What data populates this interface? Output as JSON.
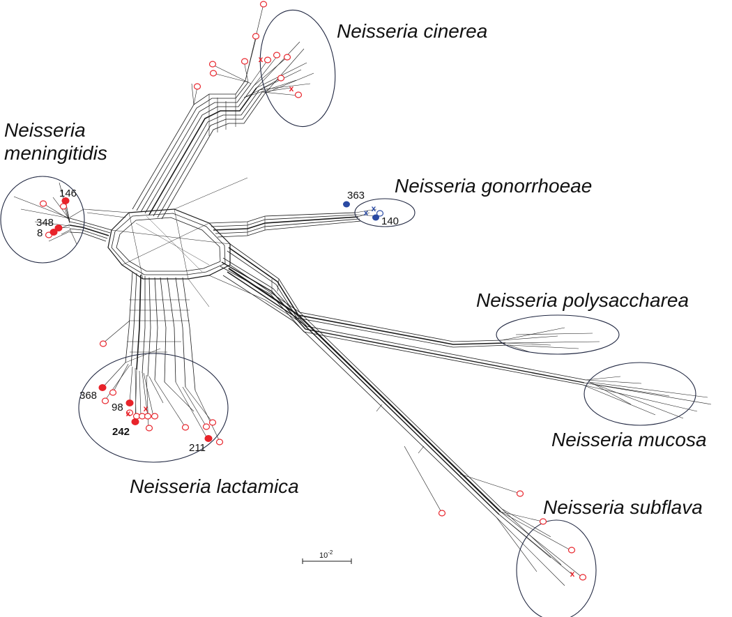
{
  "species": {
    "cinerea": "Neisseria cinerea",
    "meningitidis_line1": "Neisseria",
    "meningitidis_line2": "meningitidis",
    "gonorrhoeae": "Neisseria gonorrhoeae",
    "polysaccharea": "Neisseria polysaccharea",
    "mucosa": "Neisseria mucosa",
    "lactamica": "Neisseria lactamica",
    "subflava": "Neisseria subflava"
  },
  "isolate_labels": {
    "n146": "146",
    "n348": "348",
    "n8": "8",
    "n363": "363",
    "n140": "140",
    "n368": "368",
    "n98": "98",
    "n242": "242",
    "n211": "211"
  },
  "marker_symbols": {
    "cross": "x"
  },
  "scale_bar": {
    "exponent_base": "10",
    "exponent": "-2"
  },
  "colors": {
    "red_marker": "#e8232a",
    "blue_marker": "#2a4aa3",
    "lines": "#1a1a1a",
    "ellipse": "#1f2640"
  }
}
